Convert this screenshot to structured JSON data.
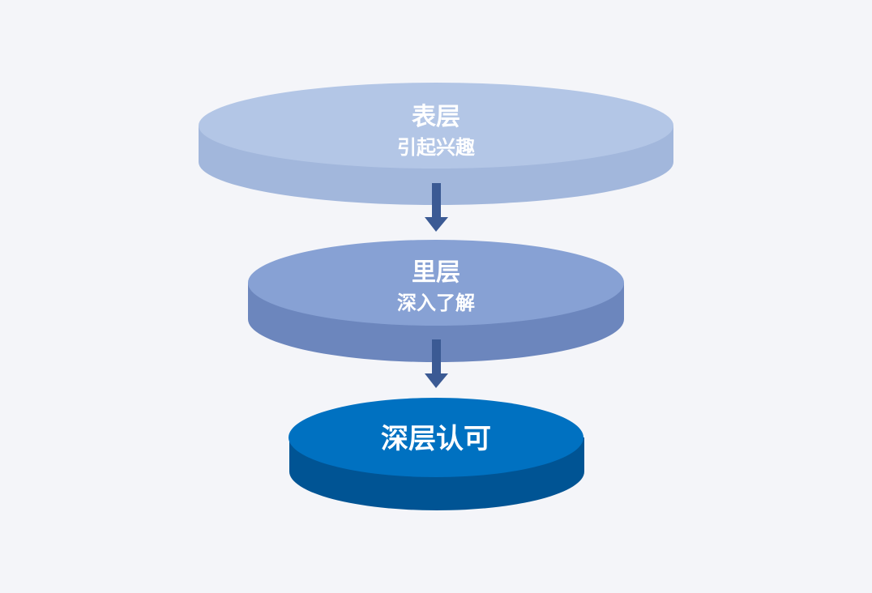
{
  "diagram": {
    "layers": [
      {
        "title": "表层",
        "subtitle": "引起兴趣",
        "top_color": "#b3c6e6",
        "side_color": "#a2b7dc"
      },
      {
        "title": "里层",
        "subtitle": "深入了解",
        "top_color": "#87a1d4",
        "side_color": "#6c86bd"
      },
      {
        "title": "深层认可",
        "subtitle": null,
        "top_color": "#0071c1",
        "side_color": "#005494"
      }
    ],
    "arrow_color": "#3b5a94"
  }
}
